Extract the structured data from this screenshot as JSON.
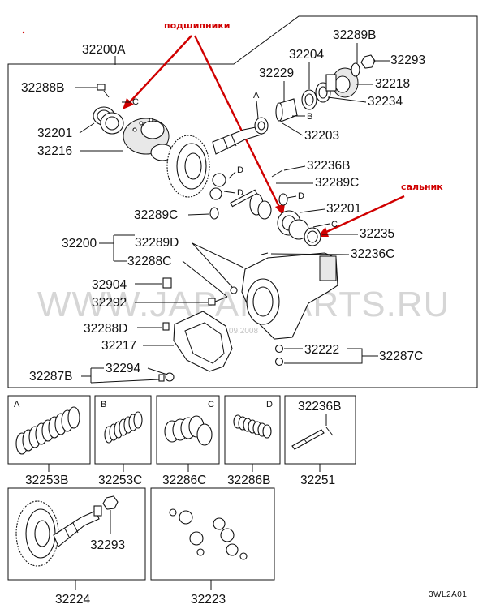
{
  "annotations": {
    "bearings": "подшипники",
    "oil_seal": "сальник"
  },
  "watermark": {
    "site": "WWW.JAPANPARTS.RU",
    "date": "24.09.2008"
  },
  "diagram_code": "3WL2A01",
  "main_parts": {
    "p32200A": "32200A",
    "p32289B": "32289B",
    "p32204": "32204",
    "p32293": "32293",
    "p32229": "32229",
    "p32218": "32218",
    "p32288B": "32288B",
    "p32234": "32234",
    "p32201a": "32201",
    "p32216": "32216",
    "p32203": "32203",
    "p32236B": "32236B",
    "p32289C": "32289C",
    "p32289C_b": "32289C",
    "p32201b": "32201",
    "p32235": "32235",
    "p32200": "32200",
    "p32289D": "32289D",
    "p32288C": "32288C",
    "p32236C": "32236C",
    "p32904": "32904",
    "p32292": "32292",
    "p32288D": "32288D",
    "p32217": "32217",
    "p32222": "32222",
    "p32287C": "32287C",
    "p32287B": "32287B",
    "p32294": "32294"
  },
  "letters": {
    "A": "A",
    "B": "B",
    "C": "C",
    "D": "D"
  },
  "kits": {
    "k32253B": "32253B",
    "k32253C": "32253C",
    "k32286C": "32286C",
    "k32286B": "32286B",
    "k32251": "32251",
    "k32236B": "32236B",
    "k32224": "32224",
    "k32293": "32293",
    "k32223": "32223"
  },
  "colors": {
    "annotation": "#d00000",
    "watermark": "#d6d6d6",
    "line": "#111111"
  }
}
